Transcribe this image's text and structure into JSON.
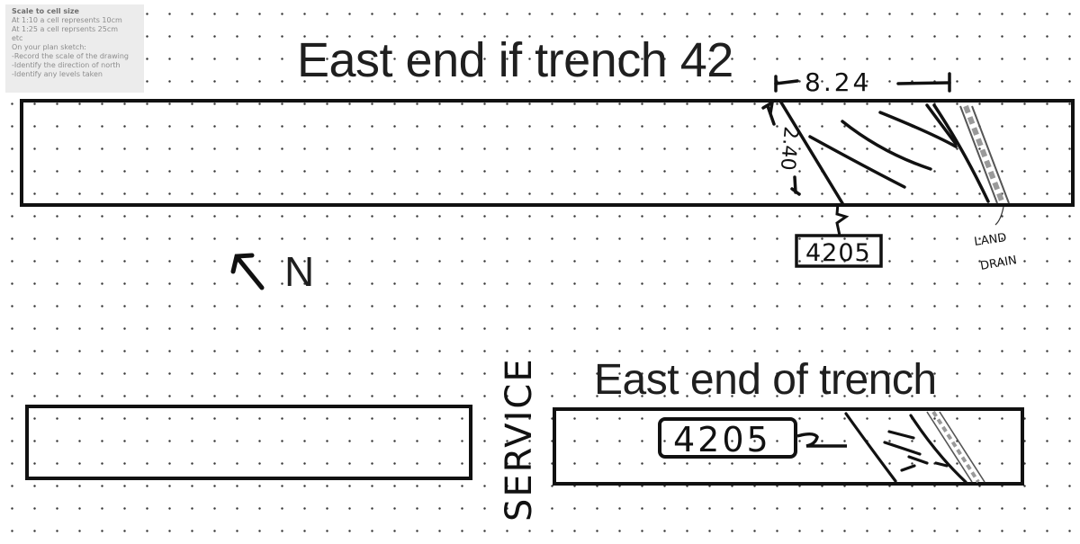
{
  "note": {
    "title": "Scale to cell size",
    "lines": [
      "At 1:10 a cell represents 10cm",
      "At 1:25 a cell reprsents 25cm",
      "etc",
      "On your plan sketch:",
      "-Record the scale of the drawing",
      "-Identify  the  direction of north",
      "-Identify any levels taken"
    ]
  },
  "title_top": "East end if trench 42",
  "title_bottom": "East end of trench",
  "north_label": "N",
  "annotations": {
    "length": "8.24",
    "width": "2.40",
    "context_top": "4205",
    "context_bottom": "4205",
    "land_drain_line1": "LAND",
    "land_drain_line2": "DRAIN",
    "service": "SERVICE"
  },
  "colors": {
    "ink": "#111111",
    "service": "#e8141e",
    "note_bg": "#ececec",
    "drain": "#9a9a9a"
  }
}
